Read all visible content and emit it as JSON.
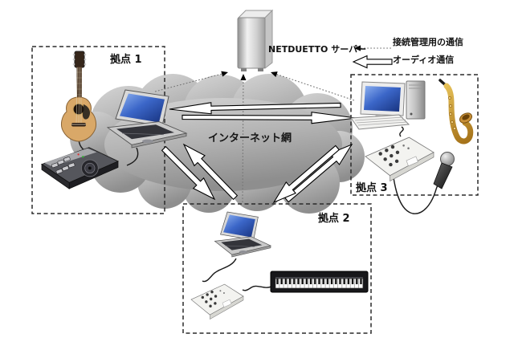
{
  "diagram": {
    "title_hint": "NETDUETTO network session diagram",
    "server": {
      "label": "NETDUETTO サーバー"
    },
    "legend": {
      "items": [
        {
          "icon": "dotted-arrow-left-icon",
          "label": "接続管理用の通信"
        },
        {
          "icon": "hollow-arrow-left-icon",
          "label": "オーディオ通信"
        }
      ]
    },
    "network": {
      "label": "インターネット網"
    },
    "sites": [
      {
        "label": "拠点 1",
        "equipment": [
          "acoustic-guitar",
          "laptop",
          "audio-mixer"
        ]
      },
      {
        "label": "拠点 2",
        "equipment": [
          "laptop",
          "audio-interface",
          "digital-piano"
        ]
      },
      {
        "label": "拠点 3",
        "equipment": [
          "desktop-computer",
          "saxophone",
          "audio-interface",
          "microphone"
        ]
      }
    ],
    "colors": {
      "cloud_top": "#d6d6d6",
      "cloud_bottom": "#8e8e8e",
      "screen_blue": "#1e3f9c",
      "sax_gold": "#c9952a",
      "arrow_fill": "#ffffff",
      "arrow_outline": "#000000",
      "dotted_line": "#777777"
    }
  }
}
